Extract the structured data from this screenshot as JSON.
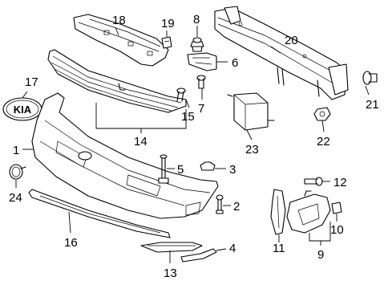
{
  "diagram": {
    "emblem_text": "KIA",
    "callouts": [
      {
        "id": "c1",
        "label": "1"
      },
      {
        "id": "c2",
        "label": "2"
      },
      {
        "id": "c3",
        "label": "3"
      },
      {
        "id": "c4",
        "label": "4"
      },
      {
        "id": "c5",
        "label": "5"
      },
      {
        "id": "c6",
        "label": "6"
      },
      {
        "id": "c7",
        "label": "7"
      },
      {
        "id": "c8",
        "label": "8"
      },
      {
        "id": "c9",
        "label": "9"
      },
      {
        "id": "c10",
        "label": "10"
      },
      {
        "id": "c11",
        "label": "11"
      },
      {
        "id": "c12",
        "label": "12"
      },
      {
        "id": "c13",
        "label": "13"
      },
      {
        "id": "c14",
        "label": "14"
      },
      {
        "id": "c15",
        "label": "15"
      },
      {
        "id": "c16",
        "label": "16"
      },
      {
        "id": "c17",
        "label": "17"
      },
      {
        "id": "c18",
        "label": "18"
      },
      {
        "id": "c19",
        "label": "19"
      },
      {
        "id": "c20",
        "label": "20"
      },
      {
        "id": "c21",
        "label": "21"
      },
      {
        "id": "c22",
        "label": "22"
      },
      {
        "id": "c23",
        "label": "23"
      },
      {
        "id": "c24",
        "label": "24"
      }
    ]
  }
}
